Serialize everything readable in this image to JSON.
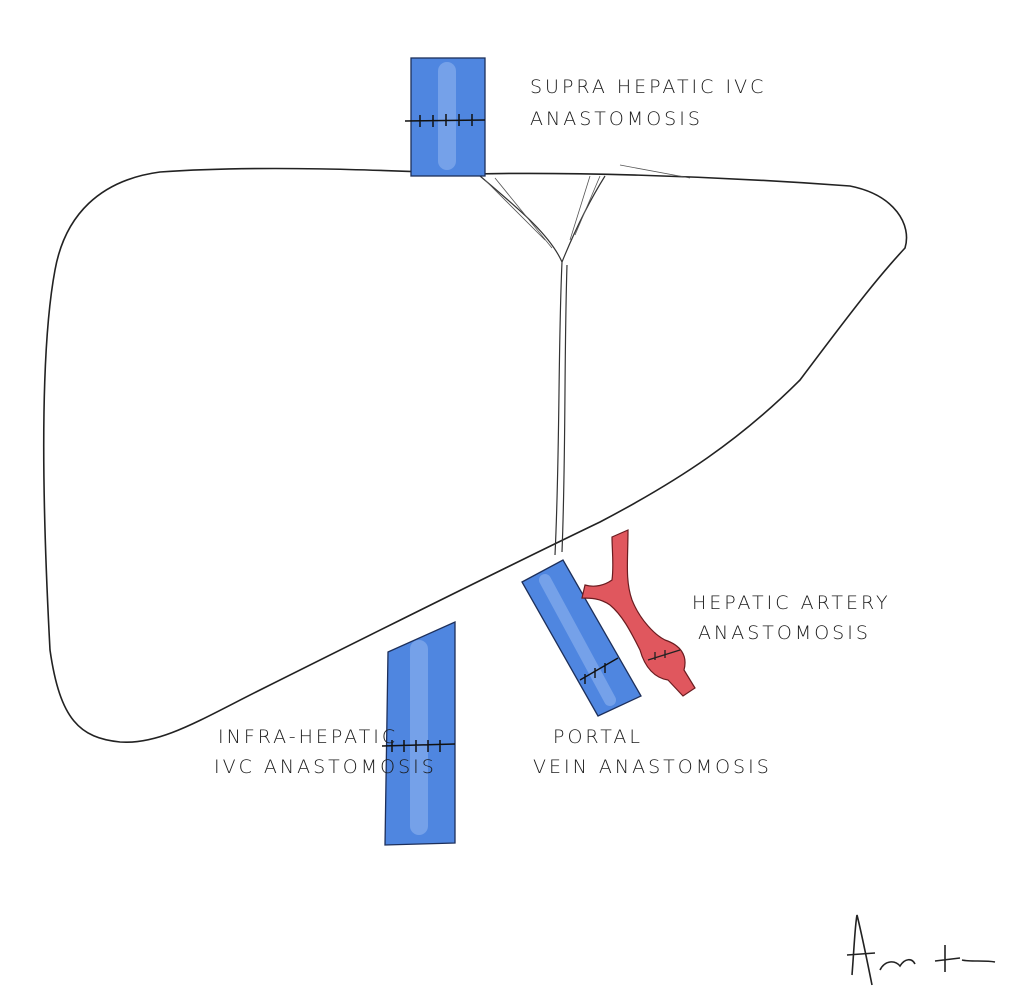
{
  "title": "Liver transplant anastomoses",
  "labels": {
    "suprahepatic": {
      "line1": "SUPRA HEPATIC IVC",
      "line2": "ANASTOMOSIS"
    },
    "hepatic_artery": {
      "line1": "HEPATIC ARTERY",
      "line2": "ANASTOMOSIS"
    },
    "infrahepatic": {
      "line1": "INFRA-HEPATIC",
      "line2": "IVC ANASTOMOSIS"
    },
    "portal_vein": {
      "line1": "PORTAL",
      "line2": "VEIN ANASTOMOSIS"
    }
  },
  "signature": "Acute",
  "colors": {
    "vein": "#4f86e0",
    "artery": "#e0575e",
    "outline": "#222222"
  }
}
